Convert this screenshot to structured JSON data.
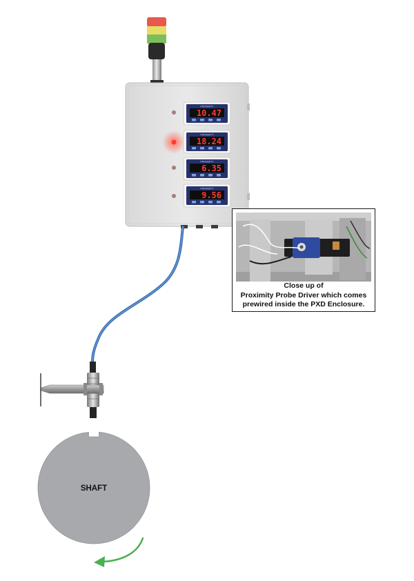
{
  "diagram": {
    "meters": [
      {
        "reading": "10.47"
      },
      {
        "reading": "18.24"
      },
      {
        "reading": "6.35"
      },
      {
        "reading": "9.56"
      }
    ],
    "meter_header": "PROXIMITY",
    "callout": {
      "line1": "Close up of",
      "line2": "Proximity Probe Driver which comes",
      "line3": "prewired inside the PXD Enclosure."
    },
    "shaft_label": "SHAFT",
    "colors": {
      "cable": "#3a6fb0",
      "shaft": "#a7a9ac",
      "arrow": "#4caf50",
      "enclosure": "#e2e2e2",
      "display_digits": "#ff3b2f",
      "stack_red": "#e8584f",
      "stack_yellow": "#e6dd67",
      "stack_green": "#7cbf5a"
    }
  }
}
